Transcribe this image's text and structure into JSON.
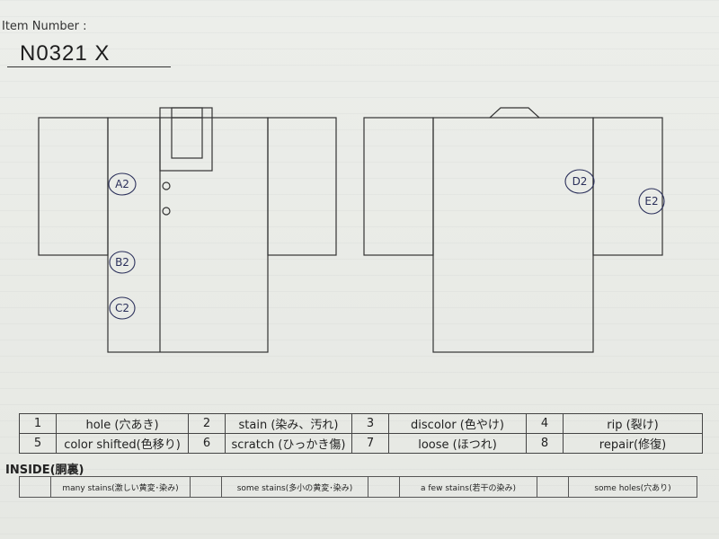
{
  "header": {
    "item_number_label": "Item Number :",
    "item_number": "N0321  X"
  },
  "marks": {
    "a2": "A2",
    "b2": "B2",
    "c2": "C2",
    "d2": "D2",
    "e2": "E2"
  },
  "codes": [
    {
      "num": "1",
      "label": "hole (穴あき)"
    },
    {
      "num": "2",
      "label": "stain (染み、汚れ)"
    },
    {
      "num": "3",
      "label": "discolor (色やけ)"
    },
    {
      "num": "4",
      "label": "rip (裂け)"
    },
    {
      "num": "5",
      "label": "color shifted(色移り)"
    },
    {
      "num": "6",
      "label": "scratch (ひっかき傷)"
    },
    {
      "num": "7",
      "label": "loose (ほつれ)"
    },
    {
      "num": "8",
      "label": "repair(修復)"
    }
  ],
  "inside": {
    "label": "INSIDE(胴裏)",
    "options": [
      "many stains(激しい黄変･染み)",
      "some stains(多小の黄変･染み)",
      "a few stains(若干の染み)",
      "some holes(穴あり)"
    ]
  },
  "colors": {
    "ink": "#222222",
    "pen": "#2a2f5a",
    "paper": "#eceeea"
  }
}
